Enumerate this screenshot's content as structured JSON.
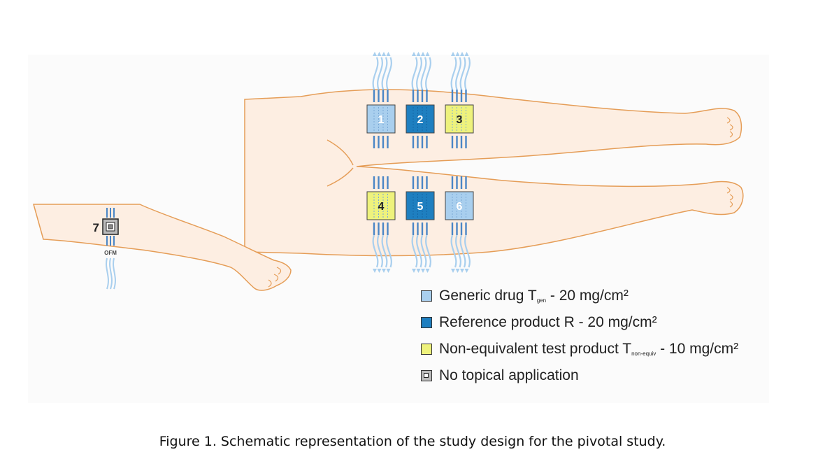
{
  "sites": [
    {
      "label": "1",
      "product": "generic"
    },
    {
      "label": "2",
      "product": "reference"
    },
    {
      "label": "3",
      "product": "nonequiv"
    },
    {
      "label": "4",
      "product": "nonequiv"
    },
    {
      "label": "5",
      "product": "reference"
    },
    {
      "label": "6",
      "product": "generic"
    }
  ],
  "arm_site": {
    "label": "7",
    "probe_label": "OFM"
  },
  "colors": {
    "generic": "#a9cfee",
    "reference": "#1e7fc0",
    "nonequiv": "#eef27c",
    "skin": "#fdeee2",
    "outline": "#e59d57",
    "probe": "#4a86c6"
  },
  "legend": {
    "generic": {
      "pre": "Generic drug T",
      "sub": "gen",
      "post": " - 20 mg/cm²"
    },
    "reference": {
      "text": "Reference product R - 20 mg/cm²"
    },
    "nonequiv": {
      "pre": "Non-equivalent test product T",
      "sub": "non-equiv",
      "post": " - 10 mg/cm²"
    },
    "none": {
      "text": "No topical application"
    }
  },
  "caption": "Figure 1. Schematic representation of the study design for the pivotal study."
}
